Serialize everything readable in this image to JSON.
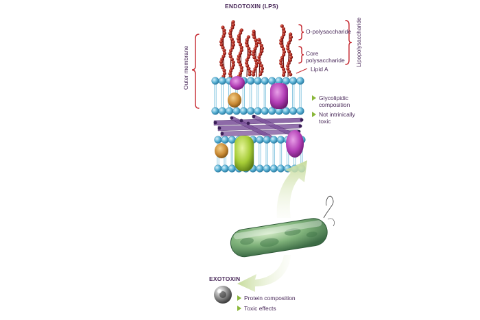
{
  "endotoxin": {
    "title": "ENDOTOXIN (LPS)",
    "labels": {
      "o_polysaccharide": "O-polysaccharide",
      "core_line1": "Core",
      "core_line2": "polysaccharide",
      "lipid_a": "Lipid A",
      "lipopolysaccharide": "Lipopolysaccharide",
      "outer_membrane": "Outer membrane"
    },
    "properties": [
      {
        "line1": "Glycolipidic",
        "line2": "composition"
      },
      {
        "line1": "Not intrinically",
        "line2": "toxic"
      }
    ]
  },
  "exotoxin": {
    "title": "EXOTOXIN",
    "properties": [
      "Protein composition",
      "Toxic effects"
    ]
  },
  "colors": {
    "bracket_red": "#c4262e",
    "bullet_green": "#8ab73a",
    "text_purple": "#4a2a5a",
    "lipid_head_blue": "#5fb6d8",
    "chain_red": "#a8231d",
    "bacterium_green": "#7fb27a"
  },
  "icons": [
    "lps-chain-icon",
    "membrane-bilayer-icon",
    "bacterium-icon",
    "arrow-up-icon",
    "arrow-down-left-icon",
    "exotoxin-sphere-icon",
    "bullet-triangle-icon"
  ]
}
